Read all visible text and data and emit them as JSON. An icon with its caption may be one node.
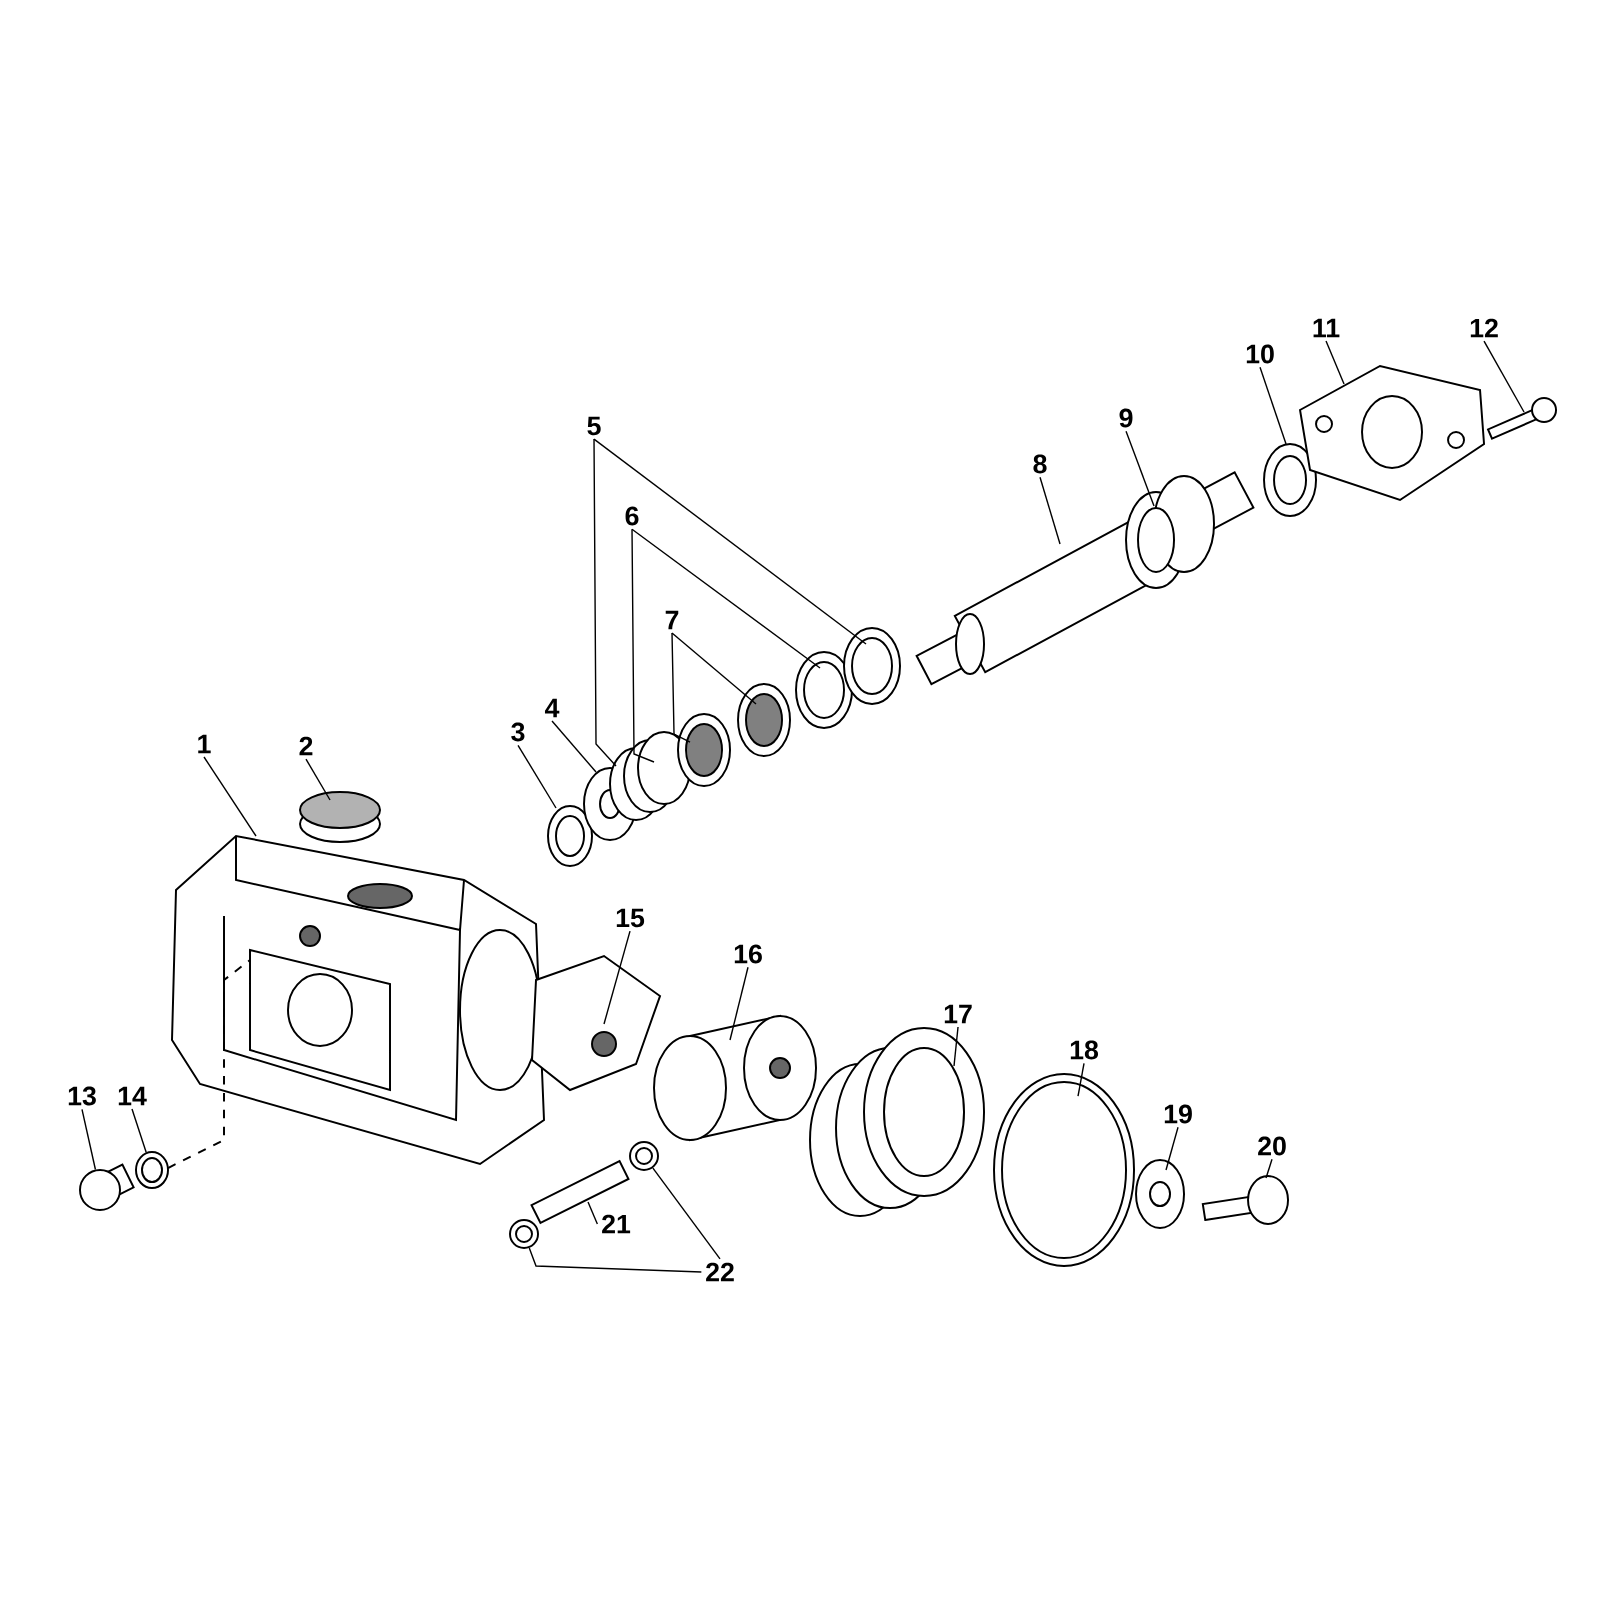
{
  "diagram": {
    "nodes": [
      {
        "text": [
          "1"
        ]
      },
      {
        "text": [
          "2"
        ]
      },
      {
        "text": [
          "3"
        ]
      },
      {
        "text": [
          "4"
        ]
      },
      {
        "text": [
          "5"
        ]
      },
      {
        "text": [
          "6"
        ]
      },
      {
        "text": [
          "7"
        ]
      },
      {
        "text": [
          "8"
        ]
      },
      {
        "text": [
          "9"
        ]
      },
      {
        "text": [
          "10"
        ]
      },
      {
        "text": [
          "11"
        ]
      },
      {
        "text": [
          "12"
        ]
      },
      {
        "text": [
          "13"
        ]
      },
      {
        "text": [
          "14"
        ]
      },
      {
        "text": [
          "15"
        ]
      },
      {
        "text": [
          "16"
        ]
      },
      {
        "text": [
          "17"
        ]
      },
      {
        "text": [
          "18"
        ]
      },
      {
        "text": [
          "19"
        ]
      },
      {
        "text": [
          "20"
        ]
      },
      {
        "text": [
          "21"
        ]
      },
      {
        "text": [
          "22"
        ]
      },
      {
        "text": [],
        "shape": "circle"
      },
      {
        "text": [],
        "shape": "circle"
      },
      {
        "text": [],
        "shape": "circle"
      },
      {
        "text": [],
        "shape": "circle"
      }
    ],
    "edges": [
      {
        "from": 0,
        "to": null,
        "arrow": "none"
      },
      {
        "from": 1,
        "to": null,
        "arrow": "none"
      },
      {
        "from": 2,
        "to": null,
        "arrow": "none"
      },
      {
        "from": 3,
        "to": null,
        "arrow": "none"
      },
      {
        "from": 4,
        "to": null,
        "arrow": "none"
      },
      {
        "from": 4,
        "to": null,
        "arrow": "none"
      },
      {
        "from": 5,
        "to": null,
        "arrow": "none"
      },
      {
        "from": 5,
        "to": null,
        "arrow": "none"
      },
      {
        "from": 6,
        "to": null,
        "arrow": "none"
      },
      {
        "from": 6,
        "to": null,
        "arrow": "none"
      },
      {
        "from": 7,
        "to": null,
        "arrow": "none"
      },
      {
        "from": 8,
        "to": null,
        "arrow": "none"
      },
      {
        "from": 9,
        "to": null,
        "arrow": "none"
      },
      {
        "from": 10,
        "to": null,
        "arrow": "none"
      },
      {
        "from": 11,
        "to": null,
        "arrow": "none"
      },
      {
        "from": 12,
        "to": 22,
        "arrow": "none"
      },
      {
        "from": 13,
        "to": 23,
        "arrow": "none"
      },
      {
        "from": 14,
        "to": null,
        "arrow": "none"
      },
      {
        "from": 15,
        "to": null,
        "arrow": "none"
      },
      {
        "from": 16,
        "to": null,
        "arrow": "none"
      },
      {
        "from": 17,
        "to": null,
        "arrow": "none"
      },
      {
        "from": 18,
        "to": null,
        "arrow": "none"
      },
      {
        "from": 19,
        "to": null,
        "arrow": "none"
      },
      {
        "from": 20,
        "to": null,
        "arrow": "none"
      },
      {
        "from": 21,
        "to": 24,
        "arrow": "none"
      },
      {
        "from": 21,
        "to": 25,
        "arrow": "none"
      }
    ]
  }
}
